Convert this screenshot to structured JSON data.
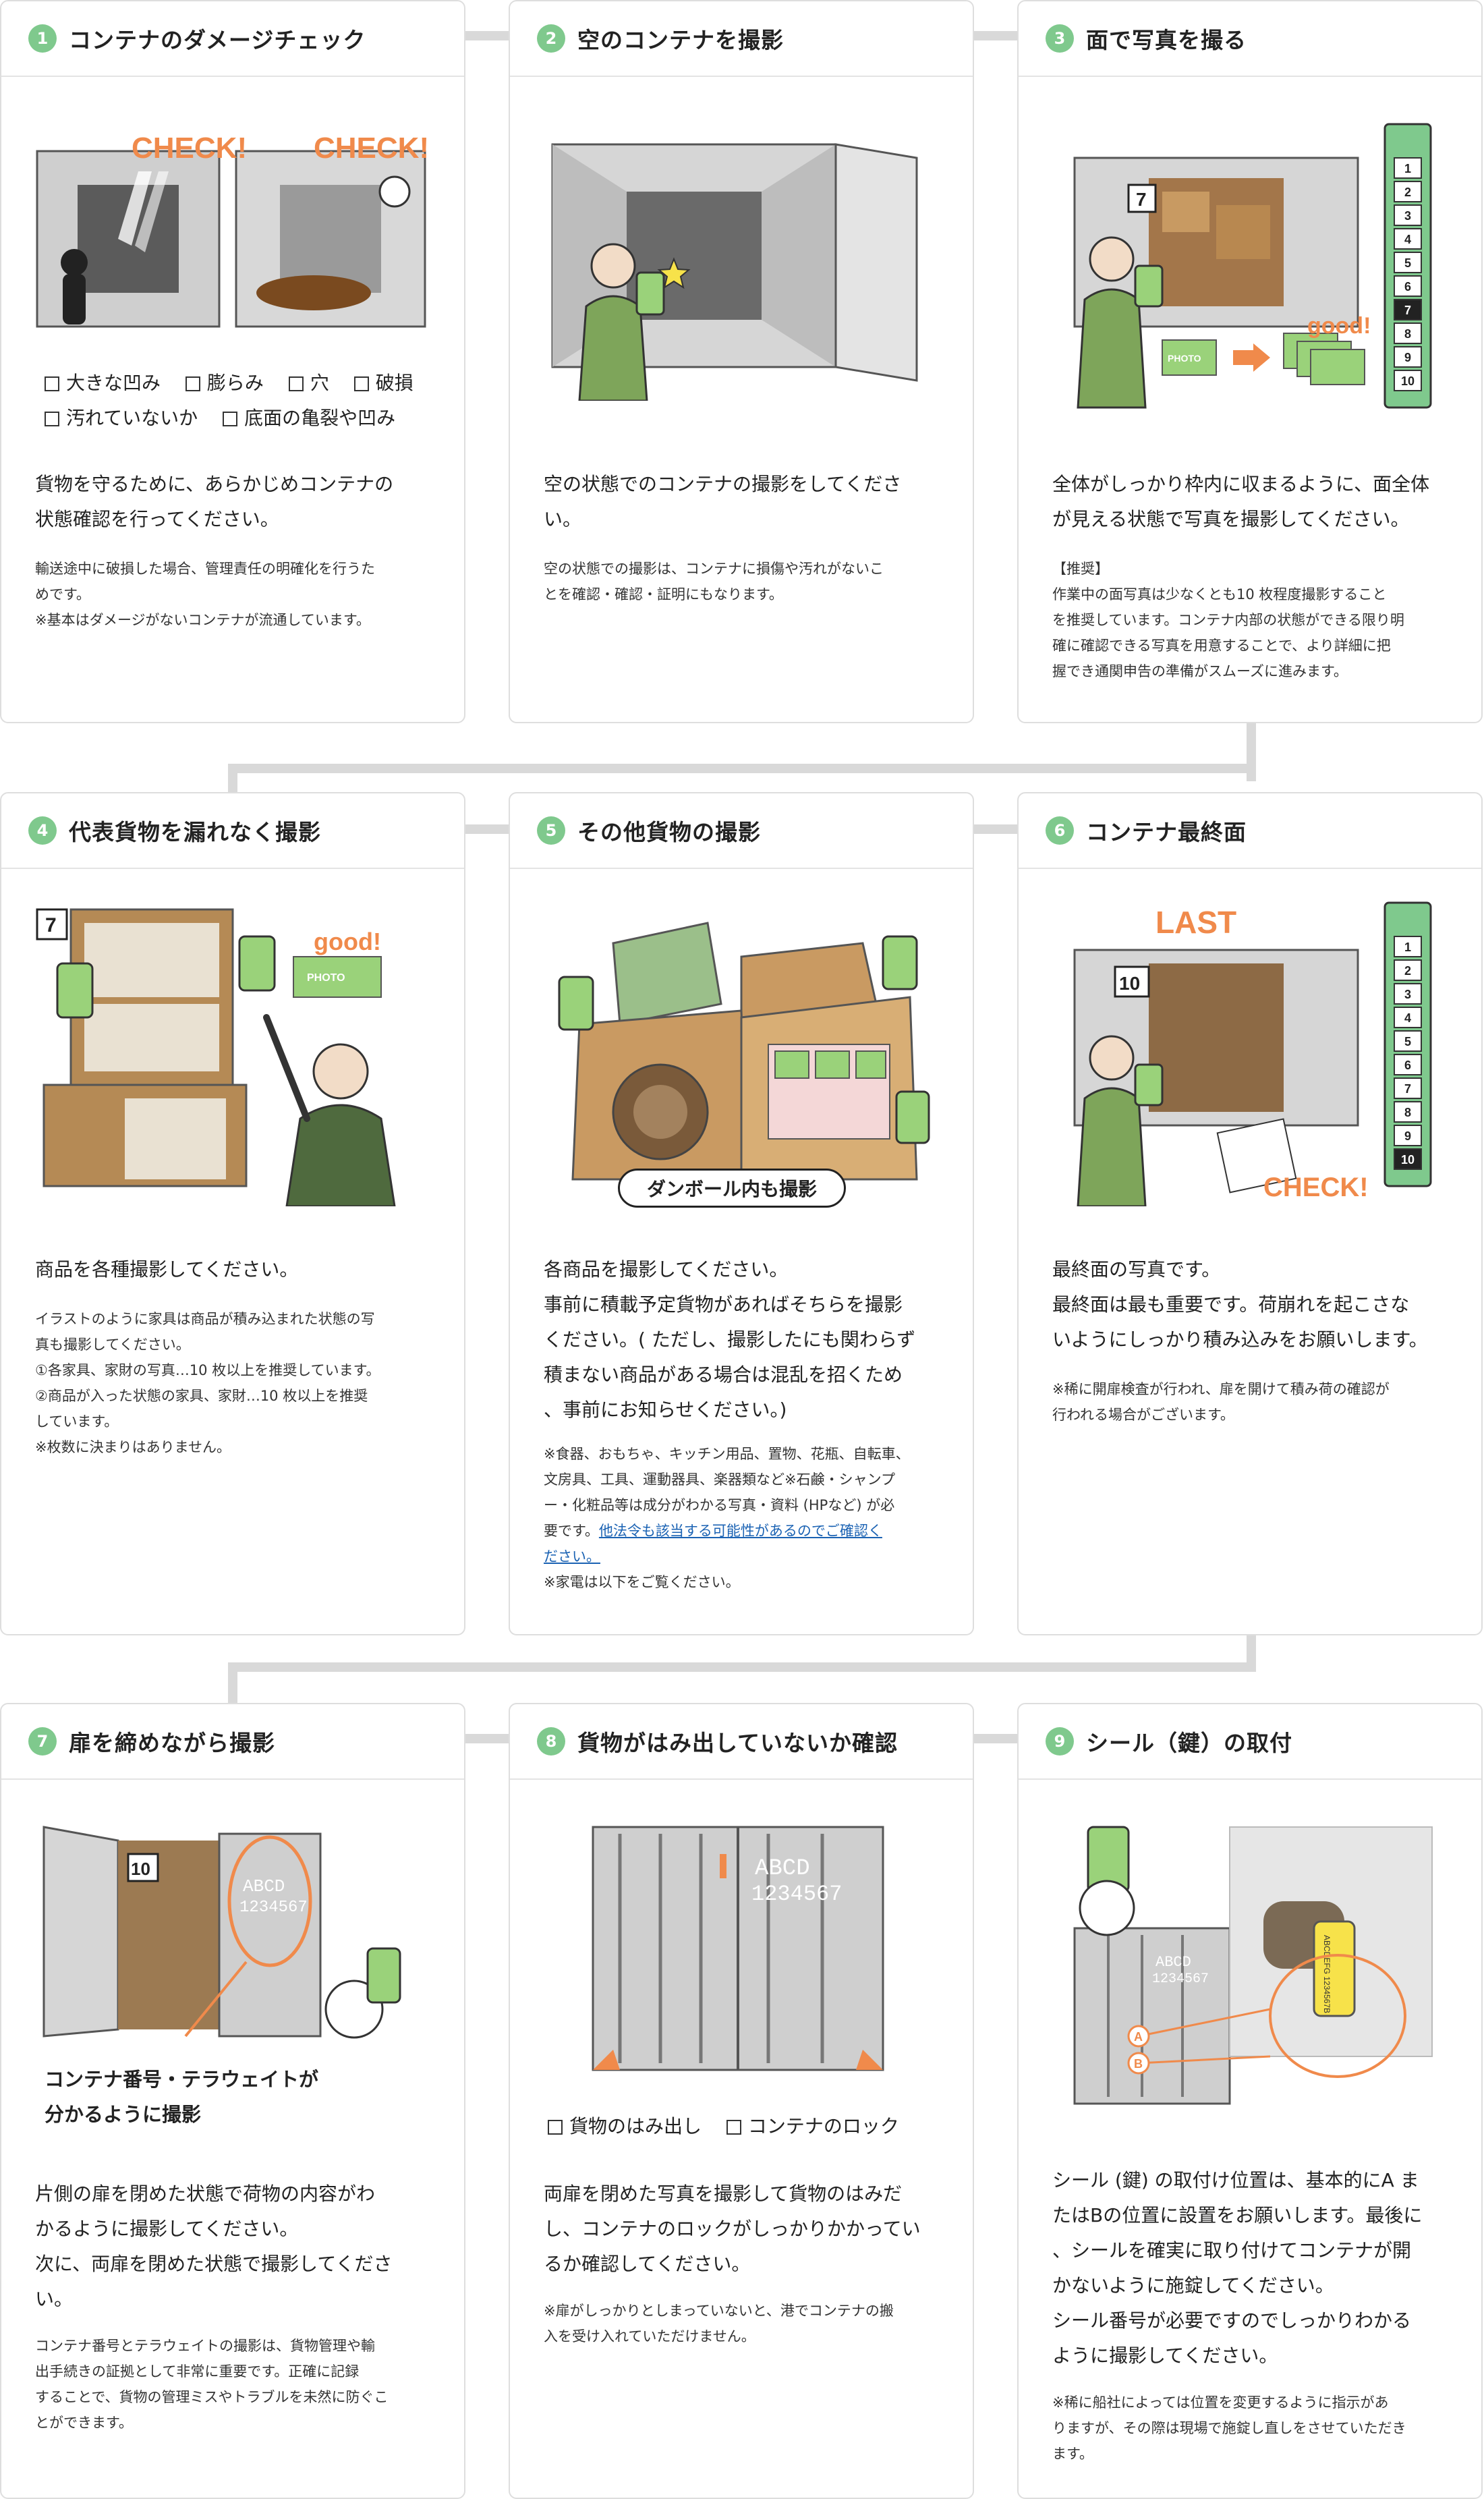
{
  "colors": {
    "accent_green": "#7fc98d",
    "accent_orange": "#f08a4b",
    "link_blue": "#1a62b3",
    "sticker_yellow": "#f7e24a"
  },
  "steps": [
    {
      "num": "1",
      "title": "コンテナのダメージチェック",
      "illus": {
        "check_left": "CHECK!",
        "check_right": "CHECK!"
      },
      "checklist": [
        "大きな凹み",
        "膨らみ",
        "穴",
        "破損",
        "汚れていないか",
        "底面の亀裂や凹み"
      ],
      "main": [
        "貨物を守るために、あらかじめコンテナの",
        "状態確認を行ってください。"
      ],
      "notes": [
        "輸送途中に破損した場合、管理責任の明確化を行うた",
        "めです。",
        "※基本はダメージがないコンテナが流通しています。"
      ]
    },
    {
      "num": "2",
      "title": "空のコンテナを撮影",
      "main": [
        "空の状態でのコンテナの撮影をしてくださ",
        "い。"
      ],
      "notes": [
        "空の状態での撮影は、コンテナに損傷や汚れがないこ",
        "とを確認・確認・証明にもなります。"
      ]
    },
    {
      "num": "3",
      "title": "面で写真を撮る",
      "illus": {
        "tag": "7",
        "good": "good!",
        "photo": "PHOTO",
        "scale": [
          "1",
          "2",
          "3",
          "4",
          "5",
          "6",
          "7",
          "8",
          "9",
          "10"
        ]
      },
      "main": [
        "全体がしっかり枠内に収まるように、面全体",
        "が見える状態で写真を撮影してください。"
      ],
      "notes": [
        "【推奨】",
        "作業中の面写真は少なくとも10 枚程度撮影すること",
        "を推奨しています。コンテナ内部の状態ができる限り明",
        "確に確認できる写真を用意することで、より詳細に把",
        "握でき通関申告の準備がスムーズに進みます。"
      ]
    },
    {
      "num": "4",
      "title": "代表貨物を漏れなく撮影",
      "illus": {
        "tag": "7",
        "good": "good!",
        "photo": "PHOTO"
      },
      "main": [
        "商品を各種撮影してください。"
      ],
      "notes": [
        "イラストのように家具は商品が積み込まれた状態の写",
        "真も撮影してください。",
        "①各家具、家財の写真…10 枚以上を推奨しています。",
        "②商品が入った状態の家具、家財…10 枚以上を推奨",
        "しています。",
        "※枚数に決まりはありません。"
      ]
    },
    {
      "num": "5",
      "title": "その他貨物の撮影",
      "illus": {
        "pill": "ダンボール内も撮影"
      },
      "main": [
        "各商品を撮影してください。",
        "事前に積載予定貨物があればそちらを撮影",
        "ください。( ただし、撮影したにも関わらず",
        "積まない商品がある場合は混乱を招くため",
        "、事前にお知らせください。)"
      ],
      "notes": [
        "※食器、おもちゃ、キッチン用品、置物、花瓶、自転車、",
        "文房具、工具、運動器具、楽器類など※石鹸・シャンプ",
        "ー・化粧品等は成分がわかる写真・資料 (HPなど) が必",
        "要です。"
      ],
      "link": [
        "他法令も該当する可能性があるのでご確認く",
        "ださい。"
      ],
      "notes_after": [
        "※家電は以下をご覧ください。"
      ]
    },
    {
      "num": "6",
      "title": "コンテナ最終面",
      "illus": {
        "last": "LAST",
        "tag": "10",
        "check": "CHECK!",
        "scale": [
          "1",
          "2",
          "3",
          "4",
          "5",
          "6",
          "7",
          "8",
          "9",
          "10"
        ]
      },
      "main": [
        "最終面の写真です。",
        "最終面は最も重要です。荷崩れを起こさな",
        "いようにしっかり積み込みをお願いします。"
      ],
      "notes": [
        "※稀に開扉検査が行われ、扉を開けて積み荷の確認が",
        "行われる場合がございます。"
      ]
    },
    {
      "num": "7",
      "title": "扉を締めながら撮影",
      "illus": {
        "tag": "10",
        "code": [
          "ABCD",
          "1234567"
        ],
        "caption": [
          "コンテナ番号・テラウェイトが",
          "分かるように撮影"
        ]
      },
      "main": [
        "片側の扉を閉めた状態で荷物の内容がわ",
        "かるように撮影してください。",
        "次に、両扉を閉めた状態で撮影してくださ",
        "い。"
      ],
      "notes": [
        "コンテナ番号とテラウェイトの撮影は、貨物管理や輸",
        "出手続きの証拠として非常に重要です。正確に記録",
        "することで、貨物の管理ミスやトラブルを未然に防ぐこ",
        "とができます。"
      ]
    },
    {
      "num": "8",
      "title": "貨物がはみ出していないか確認",
      "illus": {
        "code": [
          "ABCD",
          "1234567"
        ]
      },
      "checklist": [
        "貨物のはみ出し",
        "コンテナのロック"
      ],
      "main": [
        "両扉を閉めた写真を撮影して貨物のはみだ",
        "し、コンテナのロックがしっかりかかってい",
        "るか確認してください。"
      ],
      "notes": [
        "※扉がしっかりとしまっていないと、港でコンテナの搬",
        "入を受け入れていただけません。"
      ]
    },
    {
      "num": "9",
      "title": "シール（鍵）の取付",
      "illus": {
        "code": [
          "ABCD",
          "1234567"
        ],
        "pos_a": "A",
        "pos_b": "B",
        "seal_code": "ABCDEFG 1234567B"
      },
      "main": [
        "シール (鍵) の取付け位置は、基本的にA ま",
        "たはBの位置に設置をお願いします。最後に",
        "、シールを確実に取り付けてコンテナが開",
        "かないように施錠してください。",
        "シール番号が必要ですのでしっかりわかる",
        "ように撮影してください。"
      ],
      "notes": [
        "※稀に船社によっては位置を変更するように指示があ",
        "りますが、その際は現場で施錠し直しをさせていただき",
        "ます。"
      ]
    }
  ]
}
